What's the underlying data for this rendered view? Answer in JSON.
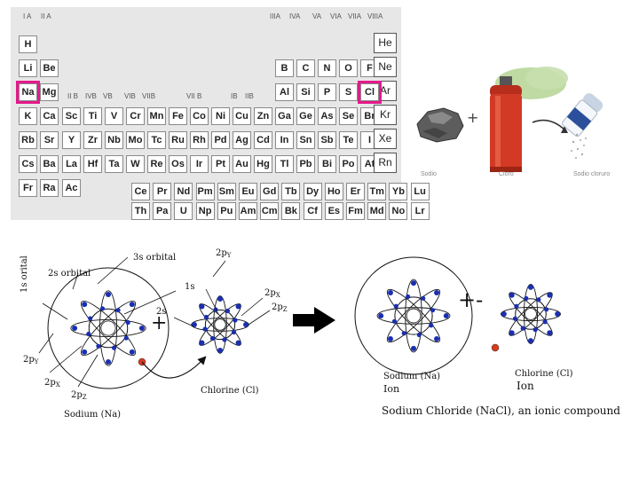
{
  "periodic_table": {
    "group_labels_left": [
      "I A",
      "II A"
    ],
    "group_labels_right": [
      "IIIA",
      "IVA",
      "VA",
      "VIA",
      "VIIA",
      "VIIIA"
    ],
    "group_labels_middle": [
      "II B",
      "IVB",
      "VB",
      "VIB",
      "VIIB",
      "VII B",
      "IB",
      "IIB"
    ],
    "rows": [
      [
        "H"
      ],
      [
        "Li",
        "Be",
        "B",
        "C",
        "N",
        "O",
        "F"
      ],
      [
        "Na",
        "Mg",
        "Al",
        "Si",
        "P",
        "S",
        "Cl"
      ],
      [
        "K",
        "Ca",
        "Sc",
        "Ti",
        "V",
        "Cr",
        "Mn",
        "Fe",
        "Co",
        "Ni",
        "Cu",
        "Zn",
        "Ga",
        "Ge",
        "As",
        "Se",
        "Br"
      ],
      [
        "Rb",
        "Sr",
        "Y",
        "Zr",
        "Nb",
        "Mo",
        "Tc",
        "Ru",
        "Rh",
        "Pd",
        "Ag",
        "Cd",
        "In",
        "Sn",
        "Sb",
        "Te",
        "I"
      ],
      [
        "Cs",
        "Ba",
        "La",
        "Hf",
        "Ta",
        "W",
        "Re",
        "Os",
        "Ir",
        "Pt",
        "Au",
        "Hg",
        "Tl",
        "Pb",
        "Bi",
        "Po",
        "At"
      ],
      [
        "Fr",
        "Ra",
        "Ac"
      ]
    ],
    "lanthanides": [
      "Ce",
      "Pr",
      "Nd",
      "Pm",
      "Sm",
      "Eu",
      "Gd",
      "Tb",
      "Dy",
      "Ho",
      "Er",
      "Tm",
      "Yb",
      "Lu"
    ],
    "actinides": [
      "Th",
      "Pa",
      "U",
      "Np",
      "Pu",
      "Am",
      "Cm",
      "Bk",
      "Cf",
      "Es",
      "Fm",
      "Md",
      "No",
      "Lr"
    ],
    "noble_gases": [
      "He",
      "Ne",
      "Ar",
      "Kr",
      "Xe",
      "Rn"
    ],
    "highlighted": [
      "Na",
      "Cl"
    ],
    "highlight_color": "#e4198a"
  },
  "reaction": {
    "plus": "+",
    "sodium_label": "Sodio",
    "chlorine_label": "Cloro",
    "product_label": "Sodio cloruro",
    "cylinder_color": "#d23a25",
    "gas_color": "#b9d69a"
  },
  "orbital_diagram": {
    "sodium": {
      "label_3s": "3s orbital",
      "label_2s": "2s orbital",
      "label_1s": "1s orital",
      "label_2py": "2p",
      "label_2py_sub": "Y",
      "label_2px": "2p",
      "label_2px_sub": "X",
      "label_2pz": "2p",
      "label_2pz_sub": "Z",
      "name": "Sodium (Na)"
    },
    "chlorine": {
      "label_2py": "2p",
      "label_2py_sub": "Y",
      "label_1s": "1s",
      "label_2s": "2s",
      "label_2px": "2p",
      "label_2px_sub": "X",
      "label_2pz": "2p",
      "label_2pz_sub": "Z",
      "name": "Chlorine (Cl)"
    },
    "plus": "+",
    "product": {
      "sodium_ion_name": "Sodium (Na)",
      "sodium_ion_word": "Ion",
      "chlorine_ion_name": "Chlorine (Cl)",
      "chlorine_ion_word": "Ion",
      "charge": "+-",
      "caption": "Sodium Chloride (NaCl), an ionic compound"
    },
    "electron_color": "#1a2fb0",
    "valence_electron_color": "#d83a1e"
  }
}
